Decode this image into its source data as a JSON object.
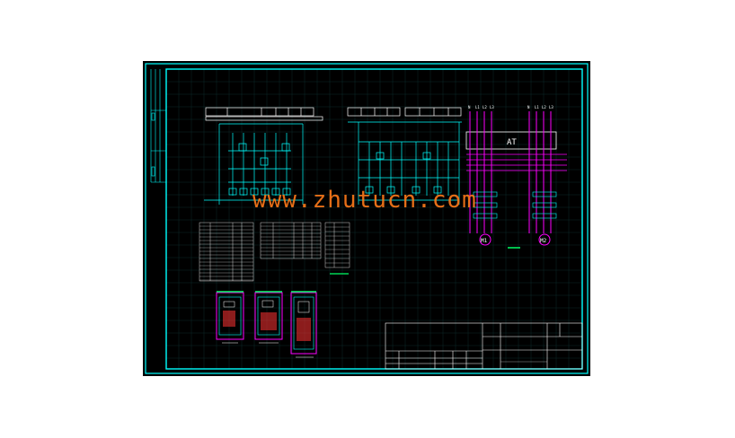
{
  "colors": {
    "background": "#000000",
    "border": "#00ffff",
    "line": "#00ffff",
    "white": "#ffffff",
    "magenta": "#ff00ff",
    "red": "#ff3333",
    "yellow": "#ffff00",
    "green": "#00ff66",
    "watermark": "#ff7a1a"
  },
  "watermark": "www.zhutucn.com",
  "motor_diagram": {
    "box_label": "AT",
    "phase_labels_left": [
      "N",
      "L1",
      "L2",
      "L3"
    ],
    "phase_labels_right": [
      "N",
      "L1",
      "L2",
      "L3"
    ],
    "motor_left": "M1",
    "motor_right": "M2"
  },
  "icons": {
    "ground": "ground-icon",
    "contact": "relay-contact-icon"
  }
}
